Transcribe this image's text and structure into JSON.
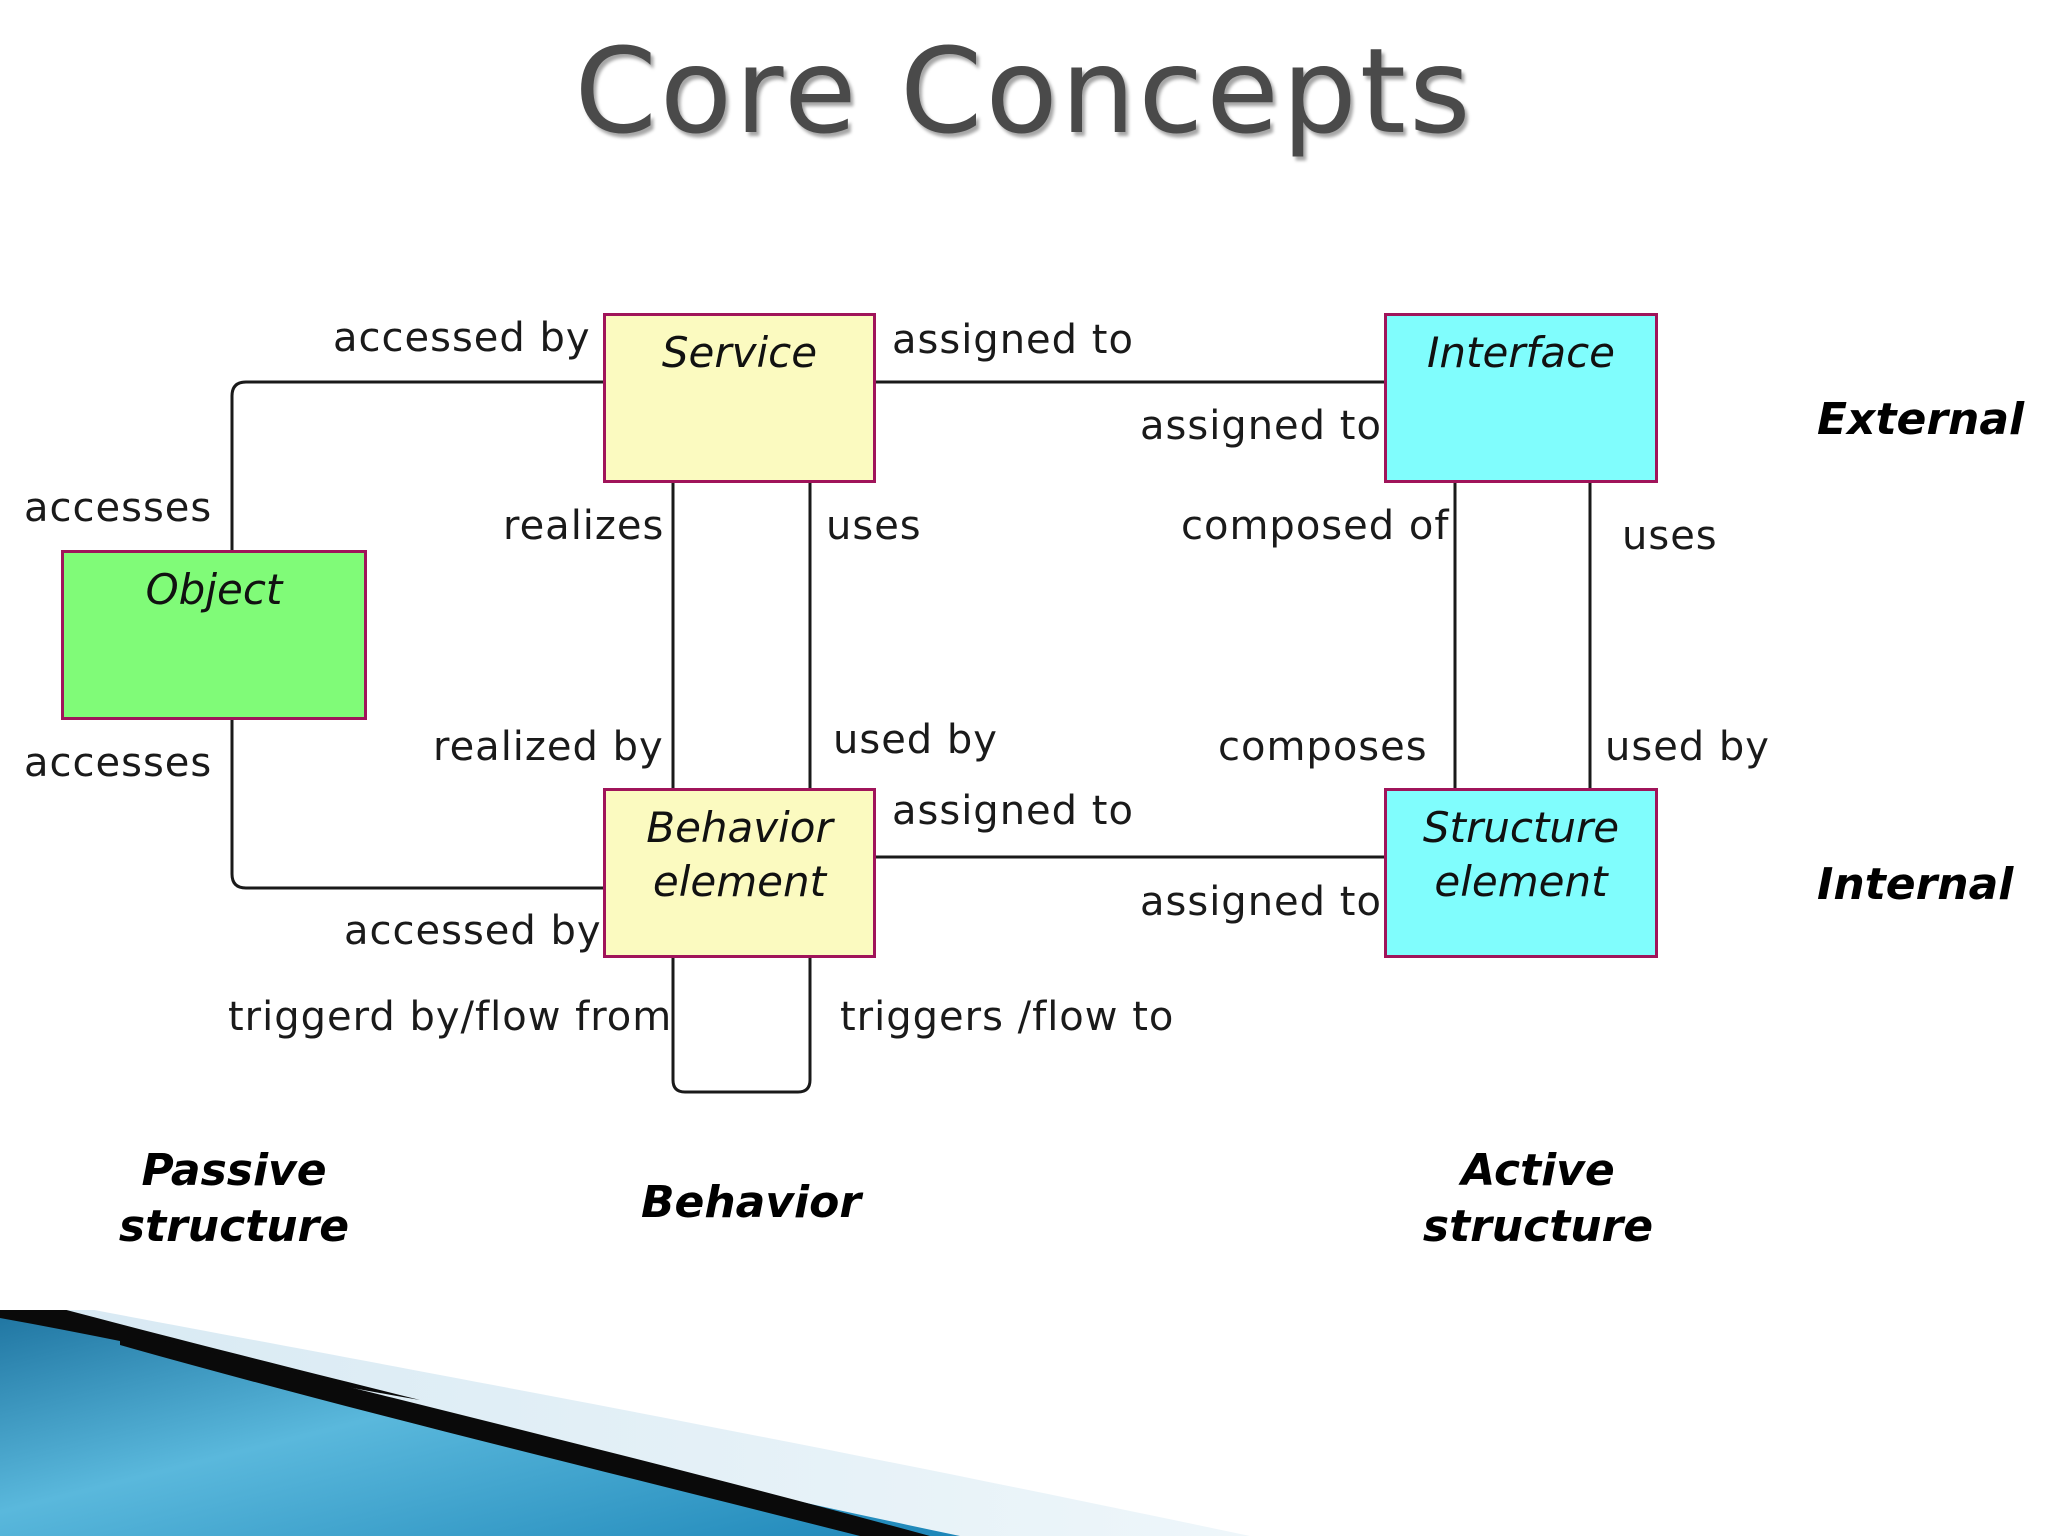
{
  "slide": {
    "title": "Core Concepts"
  },
  "nodes": {
    "service": "Service",
    "interface": "Interface",
    "object": "Object",
    "behavior_line1": "Behavior",
    "behavior_line2": "element",
    "structure_line1": "Structure",
    "structure_line2": "element"
  },
  "edge_labels": {
    "service_object_accessed_by": "accessed by",
    "object_service_accesses": "accesses",
    "object_behavior_accesses": "accesses",
    "behavior_object_accessed_by": "accessed by",
    "service_interface_assigned_to": "assigned to",
    "interface_service_assigned_to": "assigned to",
    "service_behavior_realizes": "realizes",
    "behavior_service_realized_by": "realized by",
    "service_behavior_uses": "uses",
    "behavior_service_used_by": "used by",
    "interface_structure_composed_of": "composed of",
    "structure_interface_composes": "composes",
    "interface_structure_uses": "uses",
    "structure_interface_used_by": "used by",
    "behavior_structure_assigned_to": "assigned to",
    "structure_behavior_assigned_to": "assigned to",
    "behavior_self_triggered_by": "triggerd by/flow from",
    "behavior_self_triggers": "triggers /flow to"
  },
  "categories": {
    "external": "External",
    "internal": "Internal",
    "passive_line1": "Passive",
    "passive_line2": "structure",
    "behavior": "Behavior",
    "active_line1": "Active",
    "active_line2": "structure"
  },
  "colors": {
    "passive": "#80fb78",
    "behavior": "#fbfac0",
    "active": "#80fdfd",
    "box_border": "#a0145a",
    "swoosh_blue": "#2a8fbf",
    "swoosh_dark": "#0a0a0a"
  }
}
